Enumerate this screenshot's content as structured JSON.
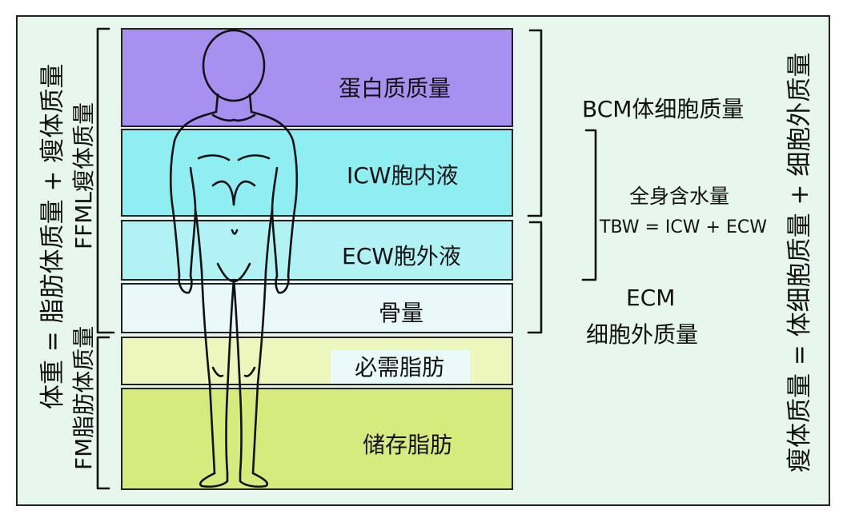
{
  "colors": {
    "frame_bg": "#e8f7ee",
    "protein": "#a790f0",
    "icw": "#8eeef2",
    "ecw": "#b1f2f5",
    "bone": "#e9f8f8",
    "essential_fat": "#ecf6bd",
    "storage_fat": "#d7ea7d",
    "essential_fat_label_bg": "#eafaf8"
  },
  "bands": {
    "protein": "蛋白质质量",
    "icw": "ICW胞内液",
    "ecw": "ECW胞外液",
    "bone": "骨量",
    "essential_fat": "必需脂肪",
    "storage_fat": "储存脂肪"
  },
  "right": {
    "bcm": "BCM体细胞质量",
    "tbw_title": "全身含水量",
    "tbw_formula": "TBW = ICW + ECW",
    "ecm_code": "ECM",
    "ecm_name": "细胞外质量"
  },
  "vertical": {
    "weight_eq": "体重 = 脂肪体质量 + 瘦体质量",
    "ffm": "FFML瘦体质量",
    "fm": "FM脂肪体质量",
    "lean_eq": "瘦体质量 = 体细胞质量 + 细胞外质量"
  }
}
